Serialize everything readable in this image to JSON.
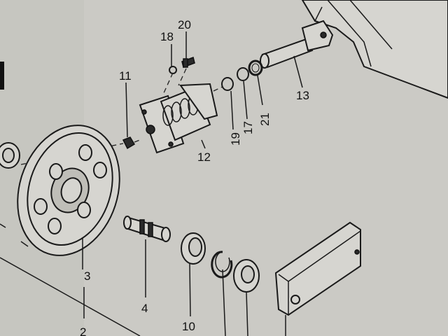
{
  "diagram": {
    "labels": {
      "p2": "2",
      "p3": "3",
      "p4": "4",
      "p10": "10",
      "p11": "11",
      "p12": "12",
      "p13": "13",
      "p17": "17",
      "p18": "18",
      "p19": "19",
      "p20": "20",
      "p21": "21"
    }
  }
}
